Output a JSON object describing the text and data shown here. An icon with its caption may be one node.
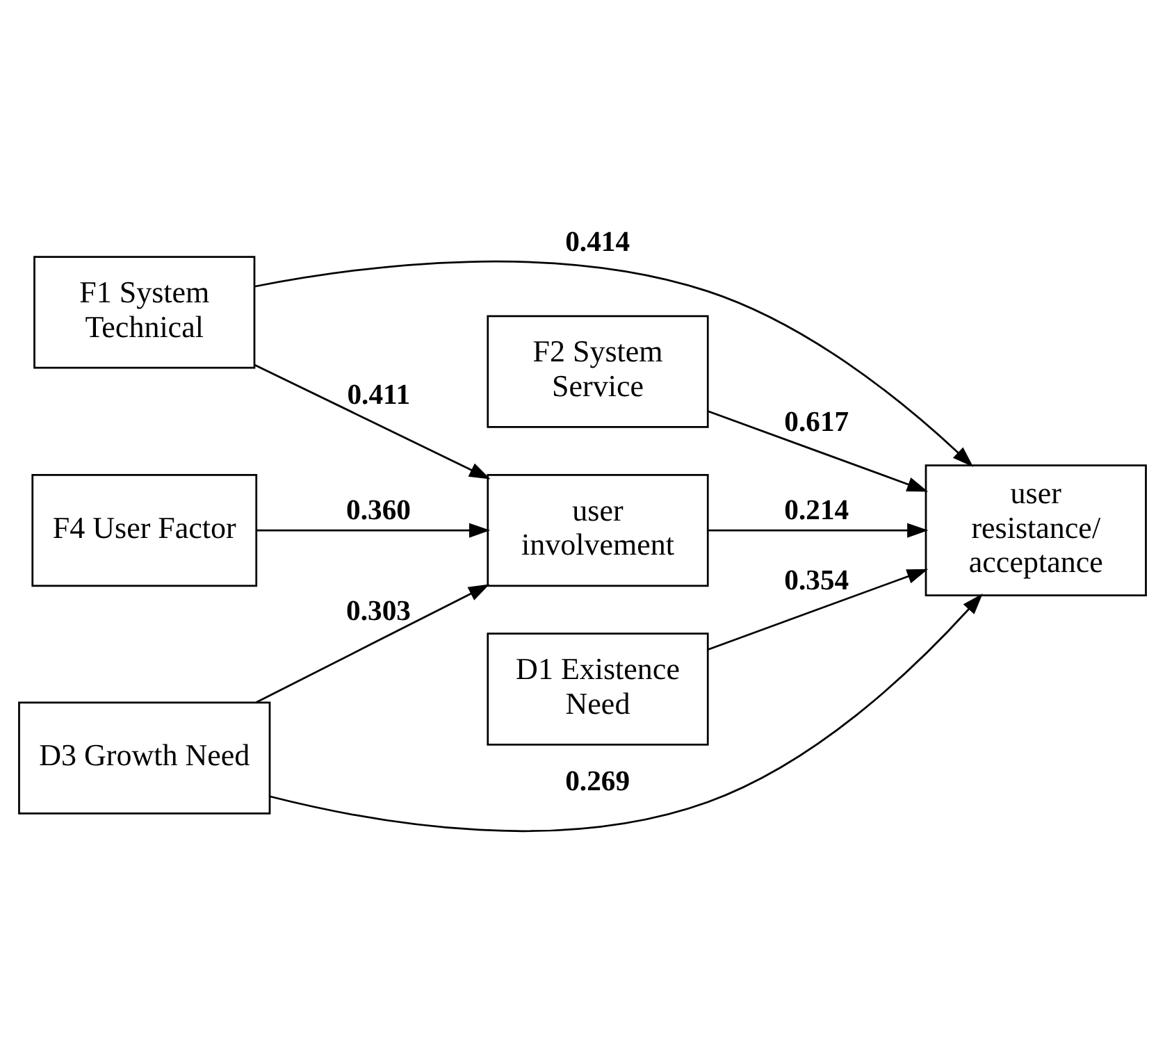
{
  "diagram": {
    "nodes": [
      {
        "text": [
          "F1 System Technical"
        ]
      },
      {
        "text": [
          "F2 System Service"
        ]
      },
      {
        "text": [
          "user involvement"
        ]
      },
      {
        "text": [
          "user resistance/ acceptance"
        ]
      },
      {
        "text": [
          "F4 User Factor"
        ]
      },
      {
        "text": [
          "D1 Existence Need"
        ]
      },
      {
        "text": [
          "D3 Growth Need"
        ]
      }
    ],
    "edges": [
      {
        "from": 0,
        "to": 3,
        "arrow": "to",
        "label": "0.414"
      },
      {
        "from": 0,
        "to": 2,
        "arrow": "to",
        "label": "0.411"
      },
      {
        "from": 1,
        "to": 3,
        "arrow": "to",
        "label": "0.617"
      },
      {
        "from": 2,
        "to": 3,
        "arrow": "to",
        "label": "0.214"
      },
      {
        "from": 4,
        "to": 2,
        "arrow": "to",
        "label": "0.360"
      },
      {
        "from": 5,
        "to": 3,
        "arrow": "to",
        "label": "0.354"
      },
      {
        "from": 6,
        "to": 2,
        "arrow": "to",
        "label": "0.303"
      },
      {
        "from": 6,
        "to": 3,
        "arrow": "to",
        "label": "0.269"
      }
    ]
  }
}
